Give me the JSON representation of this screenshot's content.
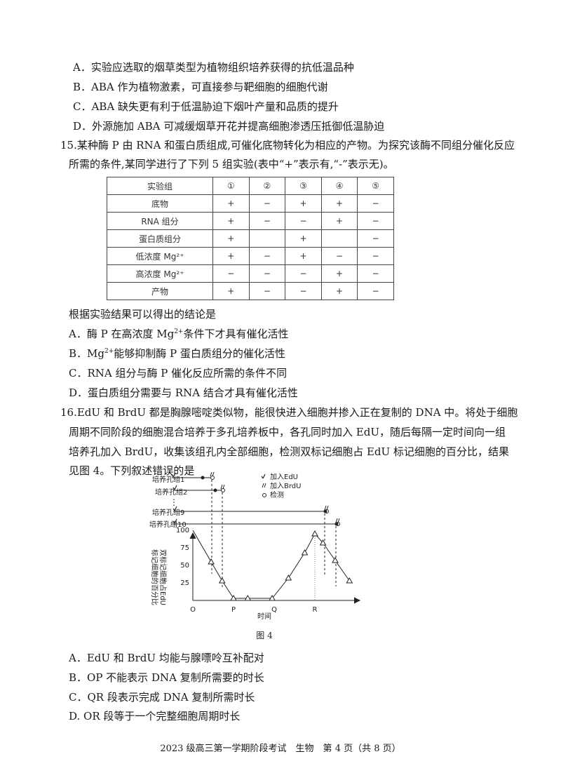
{
  "q14_options": [
    "A．实验应选取的烟草类型为植物组织培养获得的抗低温品种",
    "B．ABA 作为植物激素，可直接参与靶细胞的细胞代谢",
    "C．ABA 缺失更有利于低温胁迫下烟叶产量和品质的提升",
    "D．外源施加 ABA 可减缓烟草开花并提高细胞渗透压抵御低温胁迫"
  ],
  "q15": {
    "stem_line1": "15.某种酶 P 由 RNA 和蛋白质组成,可催化底物转化为相应的产物。为探究该酶不同组分催化反应",
    "stem_line2": "所需的条件,某同学进行了下列 5 组实验(表中“+”表示有,“-”表示无)。",
    "table": {
      "header": [
        "实验组",
        "①",
        "②",
        "③",
        "④",
        "⑤"
      ],
      "rows": [
        {
          "label": "底物",
          "cells": [
            "+",
            "−",
            "+",
            "+",
            "−"
          ]
        },
        {
          "label": "RNA 组分",
          "cells": [
            "+",
            "−",
            "−",
            "+",
            "−"
          ]
        },
        {
          "label": "蛋白质组分",
          "cells": [
            "+",
            "",
            "+",
            "",
            "−"
          ]
        },
        {
          "label": "低浓度 Mg²⁺",
          "cells": [
            "+",
            "−",
            "+",
            "−",
            "−"
          ]
        },
        {
          "label": "高浓度 Mg²⁺",
          "cells": [
            "−",
            "−",
            "−",
            "+",
            "−"
          ]
        },
        {
          "label": "产物",
          "cells": [
            "+",
            "−",
            "−",
            "+",
            "−"
          ]
        }
      ]
    },
    "conclusion": "根据实验结果可以得出的结论是",
    "options": {
      "A_pre": "A．酶 P 在高浓度 Mg",
      "A_post": "条件下才具有催化活性",
      "B_pre": "B．Mg",
      "B_post": "能够抑制酶 P 蛋白质组分的催化活性",
      "sup": "2+",
      "C": "C．RNA 组分与酶 P 催化反应所需的条件不同",
      "D": "D．蛋白质组分需要与 RNA 结合才具有催化活性"
    }
  },
  "q16": {
    "stem": [
      "16.EdU 和 BrdU 都是胸腺嘧啶类似物，能很快进入细胞并掺入正在复制的 DNA 中。将处于细胞",
      "周期不同阶段的细胞混合培养于多孔培养板中，各孔同时加入 EdU，随后每隔一定时间向一组",
      "培养孔加入 BrdU，收集该组孔内全部细胞，检测双标记细胞占 EdU 标记细胞的百分比，结果",
      "见图 4。下列叙述错误的是"
    ],
    "figure": {
      "group_labels": [
        "培养孔组1",
        "培养孔组2",
        "培养孔组9",
        "培养孔组10"
      ],
      "legend": [
        "加入EdU",
        "加入BrdU",
        "检测"
      ],
      "ylabel_lines": [
        "双标记细胞占EdU",
        "标记细胞的百分比"
      ],
      "xlabel": "时间",
      "x_ticks": [
        "O",
        "P",
        "Q",
        "R"
      ],
      "y_ticks": [
        "100",
        "75",
        "50",
        "25"
      ],
      "caption": "图 4"
    },
    "options": [
      "A．EdU 和 BrdU 均能与腺嘌呤互补配对",
      "B．OP 不能表示 DNA 复制所需要的时长",
      "C．QR 段表示完成 DNA 复制所需时长",
      "D. OR 段等于一个完整细胞周期时长"
    ]
  },
  "chart_data": {
    "type": "line",
    "xlabel": "时间",
    "ylabel": "双标记细胞占EdU标记细胞的百分比",
    "x_ticks": [
      "O",
      "P",
      "Q",
      "R"
    ],
    "y_ticks": [
      25,
      50,
      75,
      100
    ],
    "ylim": [
      0,
      100
    ],
    "series": [
      {
        "points": [
          [
            0.0,
            100
          ],
          [
            0.45,
            55
          ],
          [
            0.72,
            28
          ],
          [
            1.0,
            3
          ],
          [
            1.35,
            3
          ],
          [
            1.95,
            3
          ],
          [
            2.35,
            32
          ],
          [
            2.75,
            68
          ],
          [
            3.0,
            95
          ],
          [
            3.2,
            82
          ],
          [
            3.5,
            57
          ],
          [
            3.85,
            28
          ]
        ]
      }
    ]
  },
  "footer": "2023 级高三第一学期阶段考试　生物　第 4 页（共 8 页）"
}
